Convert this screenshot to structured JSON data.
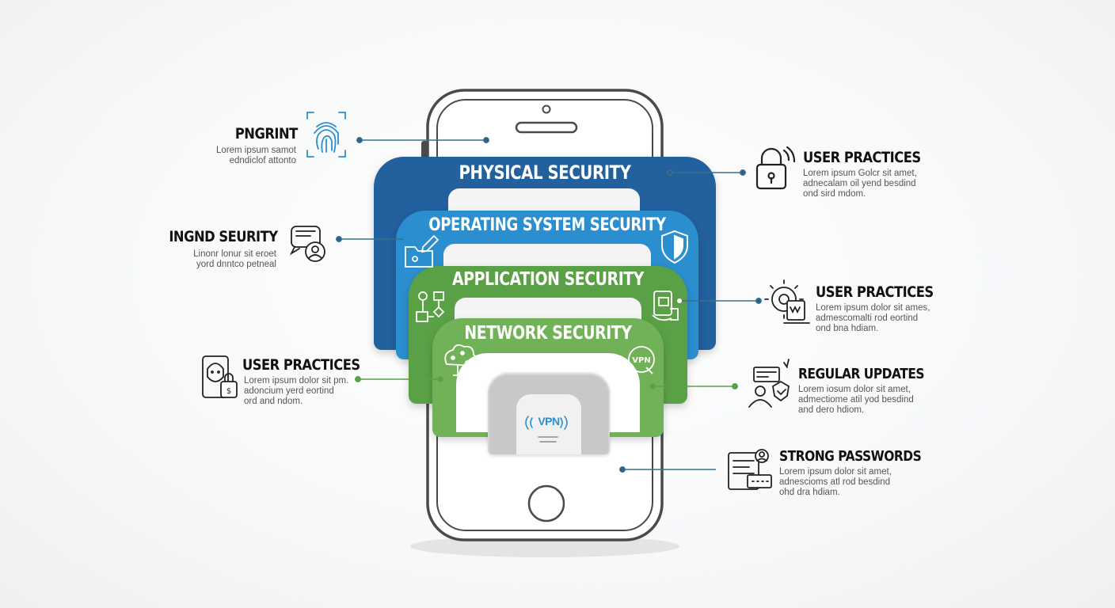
{
  "layers": {
    "physical": {
      "title": "PHYSICAL SECURITY",
      "color": "#23609e"
    },
    "operating_system": {
      "title": "OPERATING SYSTEM SECURITY",
      "color": "#2b8fcf"
    },
    "application": {
      "title": "APPLICATION SECURITY",
      "color": "#5aa046"
    },
    "network": {
      "title": "NETWORK SECURITY",
      "color": "#71b258"
    }
  },
  "vpn_badge": "VPN",
  "callouts_left": [
    {
      "title": "PNGRINT",
      "body": "Lorem ipsum samot\nedndiclof attonto"
    },
    {
      "title": "INGND SEURITY",
      "body": "Linonr lonur sit eroet\nyord dnntco petneal"
    },
    {
      "title": "USER PRACTICES",
      "body": "Lorem ipsum dolor sit pm.\nadoncium yerd eortind\nord and ndom."
    }
  ],
  "callouts_right": [
    {
      "title": "USER PRACTICES",
      "body": "Lorem ipsum Golcr sit amet,\nadnecalam oil yend besdind\nond sird mdom."
    },
    {
      "title": "USER PRACTICES",
      "body": "Lorem ipsum dolor sit ames,\nadmescomalti rod eortind\nond bna hdiam."
    },
    {
      "title": "REGULAR UPDATES",
      "body": "Lorem iosum dolor sit amet,\nadmectiome atil yod besdind\nand dero hdiom."
    },
    {
      "title": "STRONG PASSWORDS",
      "body": "Lorem ipsum dolor sit amet,\nadnescioms atl rod besdind\nohd dra hdiam."
    }
  ],
  "colors": {
    "line": "#3a6f8e",
    "line_green": "#5aa046",
    "phone_outline": "#4a4a4a",
    "icon_stroke": "#222222",
    "icon_accent": "#2b8fcf"
  },
  "icons": [
    "fingerprint-icon",
    "identity-chat-icon",
    "face-phone-icon",
    "padlock-icon",
    "gear-laptop-icon",
    "updates-icon",
    "password-form-icon",
    "folder-edit-icon",
    "shield-icon",
    "flowchart-icon",
    "network-tree-icon",
    "vpn-icon",
    "tablet-lock-icon"
  ]
}
